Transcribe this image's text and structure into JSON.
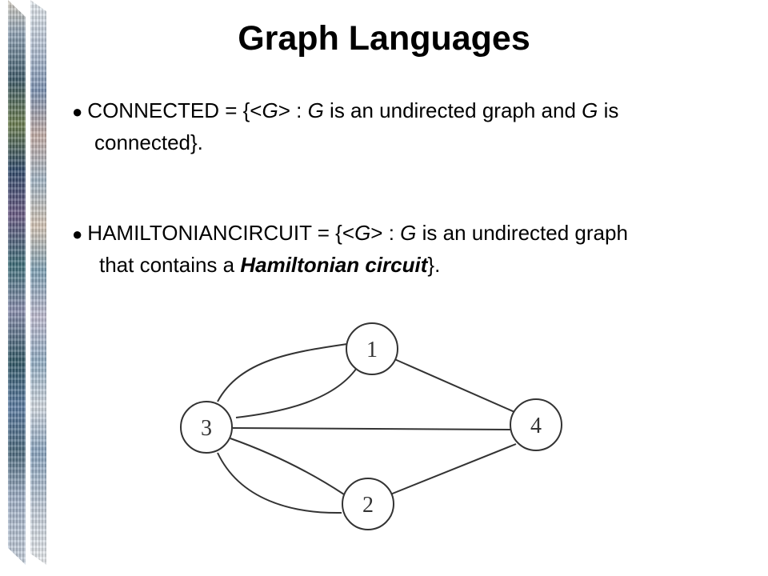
{
  "slide": {
    "title": "Graph Languages"
  },
  "bullets": {
    "bullet_glyph": "●",
    "connected": {
      "name": "CONNECTED",
      "eq": " = {",
      "g_open": "<",
      "g": "G",
      "g_close": ">",
      "sep": " : ",
      "g2": "G",
      "mid": " is an undirected graph and ",
      "g3": "G",
      "end": " is",
      "line2": "connected}."
    },
    "hamiltonian": {
      "name": "HAMILTONIANCIRCUIT",
      "eq": " = {",
      "g_open": "<",
      "g": "G",
      "g_close": ">",
      "sep": " : ",
      "g2": "G",
      "mid": " is an undirected graph",
      "line2_pre": "that contains a ",
      "line2_bold": "Hamiltonian circuit",
      "line2_post": "}."
    }
  },
  "graph": {
    "nodes": [
      {
        "id": "node-1",
        "label": "1"
      },
      {
        "id": "node-2",
        "label": "2"
      },
      {
        "id": "node-3",
        "label": "3"
      },
      {
        "id": "node-4",
        "label": "4"
      }
    ]
  },
  "colors": {
    "text": "#000000",
    "graph_stroke": "#333333",
    "background": "#ffffff"
  }
}
